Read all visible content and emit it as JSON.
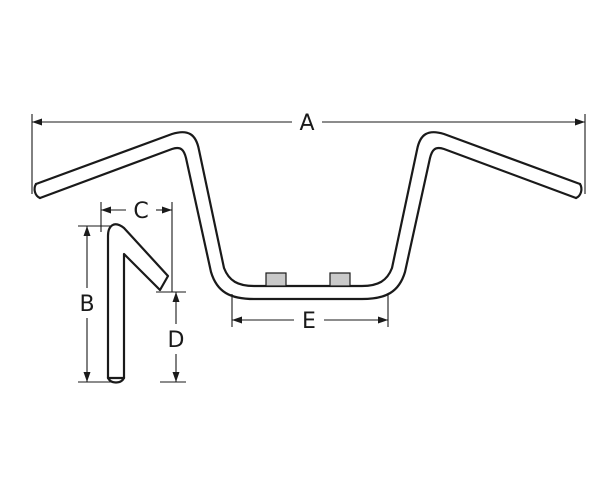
{
  "diagram": {
    "type": "handlebar-dimension-drawing",
    "colors": {
      "line": "#1a1a1a",
      "knurl": "#c9c9c9",
      "background": "#ffffff"
    },
    "labels": {
      "a": "A",
      "b": "B",
      "c": "C",
      "d": "D",
      "e": "E"
    }
  }
}
